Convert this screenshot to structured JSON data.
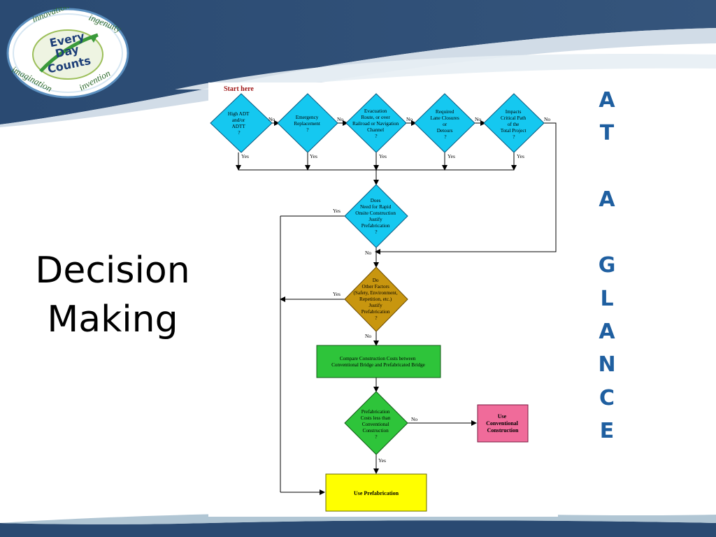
{
  "slide": {
    "title_lines": [
      "Decision",
      "Making"
    ],
    "side_letters": [
      "A",
      "T",
      "",
      "A",
      "",
      "G",
      "L",
      "A",
      "N",
      "C",
      "E"
    ]
  },
  "logo": {
    "center_words": [
      "Every",
      "Day",
      "Counts"
    ],
    "ring_words": [
      "innovation",
      "ingenuity",
      "imagination",
      "invention"
    ]
  },
  "flowchart": {
    "start_label": "Start here",
    "diamonds": {
      "d1": [
        "High ADT",
        "and/or",
        "ADTT",
        "?"
      ],
      "d2": [
        "Emergency",
        "Replacement",
        "?"
      ],
      "d3": [
        "Evacuation",
        "Route, or over",
        "Railroad or Navigation",
        "Channel",
        "?"
      ],
      "d4": [
        "Required",
        "Lane Closures",
        "or",
        "Detours",
        "?"
      ],
      "d5": [
        "Impacts",
        "Critical Path",
        "of the",
        "Total Project",
        "?"
      ],
      "d6": [
        "Does",
        "Need for Rapid",
        "Onsite Construction",
        "Justify",
        "Prefabrication",
        "?"
      ],
      "d7": [
        "Do",
        "Other Factors",
        "(Safety, Environment,",
        "Repetition, etc.)",
        "Justify",
        "Prefabrication",
        "?"
      ],
      "d8": [
        "Prefabrication",
        "Costs less than",
        "Conventional",
        "Construction",
        "?"
      ]
    },
    "boxes": {
      "compare": [
        "Compare Construction Costs between",
        "Conventional Bridge and Prefabricated Bridge"
      ],
      "conventional": [
        "Use",
        "Conventional",
        "Construction"
      ],
      "prefab": [
        "Use Prefabrication"
      ]
    },
    "labels": {
      "yes": "Yes",
      "no": "No"
    },
    "colors": {
      "cyan": "#15c8f0",
      "gold": "#c8960f",
      "green": "#2ec43a",
      "pink": "#f06b9a",
      "yellow": "#ffff00"
    }
  }
}
